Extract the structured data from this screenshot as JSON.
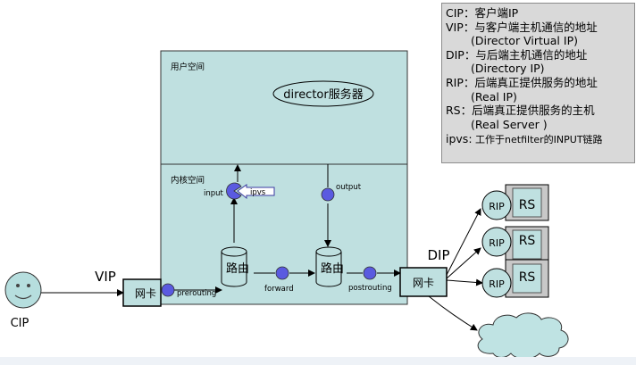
{
  "labels": {
    "user_space": "用户空间",
    "kernel_space": "内核空间",
    "director": "director服务器",
    "input": "input",
    "ipvs": "ipvs",
    "output": "output",
    "route": "路由",
    "forward": "forward",
    "prerouting": "prerouting",
    "postrouting": "postrouting",
    "nic": "网卡",
    "vip": "VIP",
    "dip": "DIP",
    "cip": "CIP",
    "rip": "RIP",
    "rs": "RS"
  },
  "legend": {
    "cip": "CIP：客户端IP",
    "vip": "VIP：与客户端主机通信的地址",
    "vip_en": "(Director Virtual IP)",
    "dip": "DIP：与后端主机通信的地址",
    "dip_en": "(Directory IP)",
    "rip": "RIP：后端真正提供服务的地址",
    "rip_en": "(Real IP)",
    "rs": "RS：后端真正提供服务的主机",
    "rs_en": "(Real Server )",
    "ipvs_key": "ipvs:",
    "ipvs_desc": "工作于netfilter的INPUT链路"
  },
  "colors": {
    "director_box": "#bfe0e0",
    "hook_dot": "#5a5ae0",
    "rs_box": "#c8c8c8",
    "cloud": "#bfe3e3",
    "face": "#b6dede",
    "legend_bg": "#d9d9d9"
  }
}
